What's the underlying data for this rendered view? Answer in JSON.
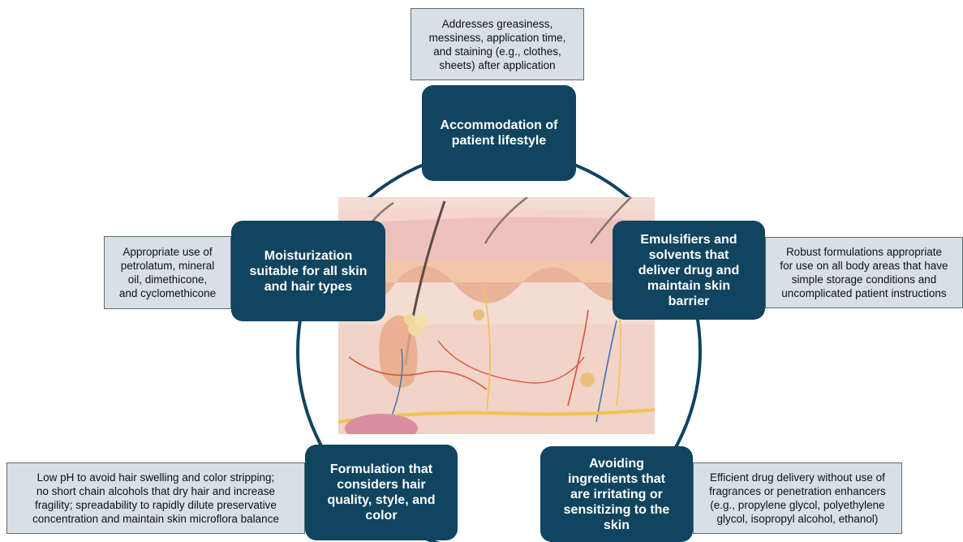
{
  "colors": {
    "node_fill": "#10445f",
    "note_fill": "#d7e0e6",
    "note_border": "#5f6b73",
    "ring": "#10445f",
    "skin_epidermis": "#efc1bd",
    "skin_dermis": "#f4dcd2"
  },
  "center_illustration": "skin-cross-section-icon",
  "nodes": {
    "top": "Accommodation of\npatient lifestyle",
    "right": "Emulsifiers and\nsolvents that\ndeliver drug and\nmaintain skin\nbarrier",
    "bottom_right": "Avoiding\ningredients that\nare irritating or\nsensitizing to the\nskin",
    "bottom_left": "Formulation that\nconsiders hair\nquality, style, and\ncolor",
    "left": "Moisturization\nsuitable for all skin\nand hair types"
  },
  "notes": {
    "top": "Addresses greasiness,\nmessiness, application time,\nand staining (e.g., clothes,\nsheets) after application",
    "right": "Robust formulations appropriate\nfor use on all body areas that have\nsimple storage conditions and\nuncomplicated patient instructions",
    "bottom_right": "Efficient drug delivery without use of\nfragrances or penetration enhancers\n(e.g., propylene glycol, polyethylene\nglycol, isopropyl alcohol, ethanol)",
    "bottom_left": "Low pH to avoid hair swelling and color stripping;\nno short chain alcohols that dry hair and increase\nfragility; spreadability to rapidly dilute preservative\nconcentration and maintain skin microflora balance",
    "left": "Appropriate use of\npetrolatum, mineral\noil, dimethicone,\nand cyclomethicone"
  }
}
